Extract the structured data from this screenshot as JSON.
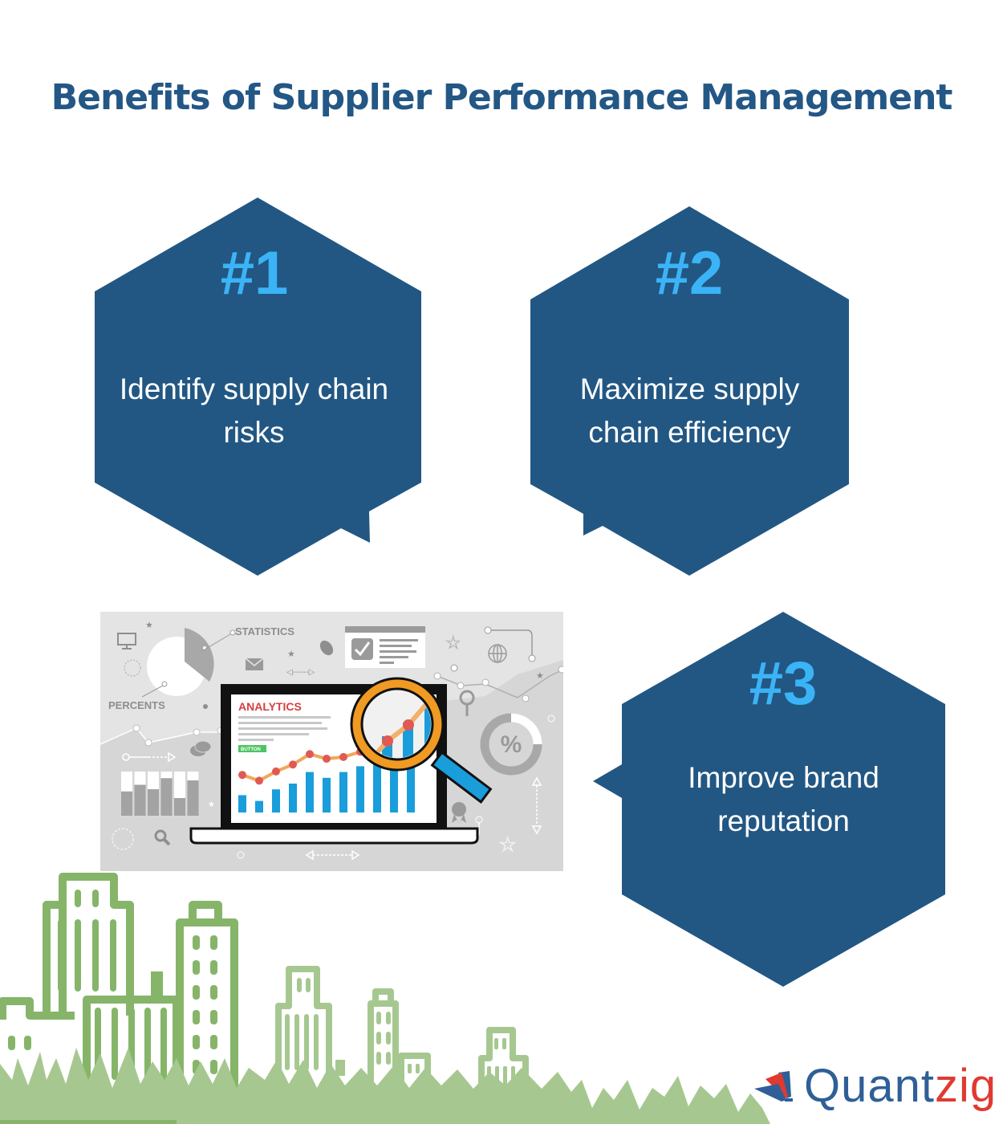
{
  "title": "Benefits of Supplier Performance Management",
  "benefits": [
    {
      "number": "#1",
      "text": "Identify supply chain risks",
      "line1": "Identify supply chain",
      "line2": "risks"
    },
    {
      "number": "#2",
      "text": "Maximize supply chain efficiency",
      "line1": "Maximize supply",
      "line2": "chain efficiency"
    },
    {
      "number": "#3",
      "text": "Improve brand reputation",
      "line1": "Improve brand",
      "line2": "reputation"
    }
  ],
  "illustration": {
    "labels": {
      "statistics": "STATISTICS",
      "percents": "PERCENTS",
      "analytics": "ANALYTICS",
      "button": "BUTTON",
      "percent_symbol": "%"
    },
    "screen_chart": {
      "bar_values": [
        3,
        2,
        4,
        5,
        7,
        6,
        7,
        8,
        9,
        9,
        12
      ],
      "line_values": [
        4,
        3,
        4.6,
        5.8,
        7.6,
        6.8,
        7.1,
        8,
        9.6,
        10.8,
        12.4
      ]
    },
    "side_bars": [
      0.55,
      0.7,
      0.6,
      0.85,
      0.4,
      0.8
    ]
  },
  "logo": {
    "part1": "Quant",
    "part2": "zig"
  },
  "colors": {
    "title": "#235785",
    "hexagon": "#225783",
    "number": "#3bb3f7",
    "hex_text": "#ffffff",
    "illustration_bg": "#e4e4e4",
    "skyline_dark": "#86b56a",
    "skyline_light": "#a6c890",
    "logo_blue": "#2f5f96",
    "logo_red": "#e03a30"
  }
}
